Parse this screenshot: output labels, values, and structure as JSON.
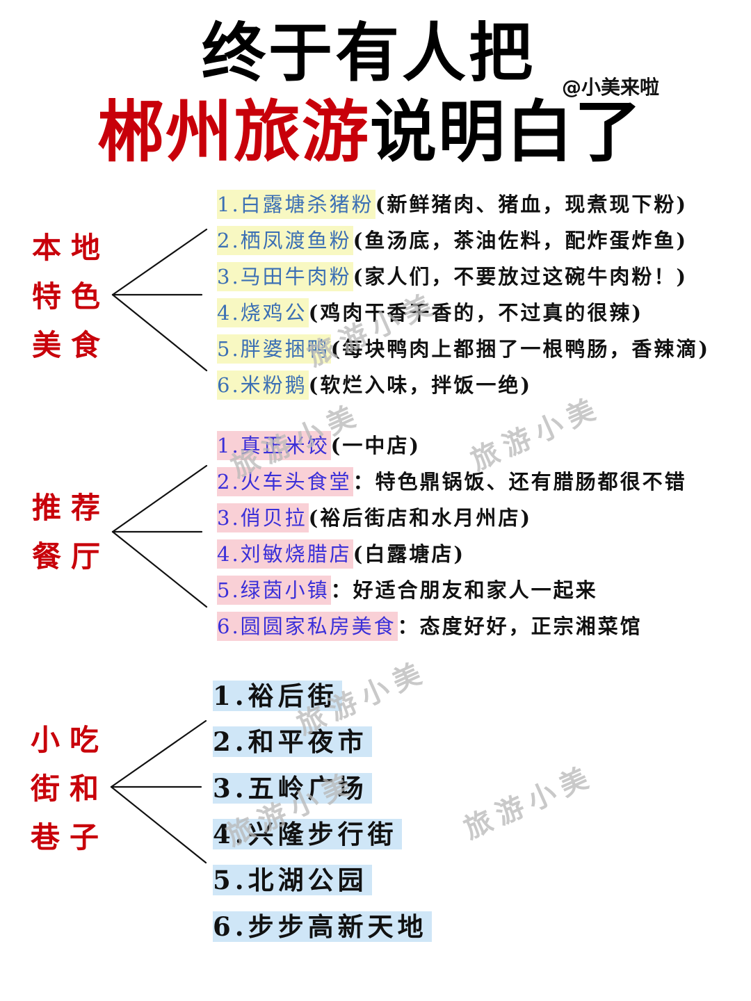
{
  "header": {
    "title_line1": "终于有人把",
    "handle": "@小美来啦",
    "title_line2_highlight": "郴州旅游",
    "title_line2_rest": "说明白了",
    "accent_color": "#c8000a"
  },
  "sections": [
    {
      "category": [
        "本地",
        "特色",
        "美食"
      ],
      "highlight_color": "#f8f8c2",
      "name_color": "#3b6fb4",
      "items": [
        {
          "name": "1.白露塘杀猪粉",
          "desc": "(新鲜猪肉、猪血，现煮现下粉)"
        },
        {
          "name": "2.栖凤渡鱼粉",
          "desc": "(鱼汤底，茶油佐料，配炸蛋炸鱼)"
        },
        {
          "name": "3.马田牛肉粉",
          "desc": "(家人们，不要放过这碗牛肉粉！)"
        },
        {
          "name": "4.烧鸡公",
          "desc": "(鸡肉干香干香的，不过真的很辣)"
        },
        {
          "name": "5.胖婆捆鸭",
          "desc": "(每块鸭肉上都捆了一根鸭肠，香辣滴)"
        },
        {
          "name": "6.米粉鹅",
          "desc": "(软烂入味，拌饭一绝)"
        }
      ]
    },
    {
      "category": [
        "推荐",
        "餐厅"
      ],
      "highlight_color": "#f9d0d6",
      "name_color": "#3a2fd8",
      "items": [
        {
          "name": "1.真正米饺",
          "desc": "(一中店)"
        },
        {
          "name": "2.火车头食堂",
          "desc": "：特色鼎锅饭、还有腊肠都很不错"
        },
        {
          "name": "3.俏贝拉",
          "desc": "(裕后街店和水月州店)"
        },
        {
          "name": "4.刘敏烧腊店",
          "desc": "(白露塘店)"
        },
        {
          "name": "5.绿茵小镇",
          "desc": "：好适合朋友和家人一起来"
        },
        {
          "name": "6.圆圆家私房美食",
          "desc": "：态度好好，正宗湘菜馆"
        }
      ]
    },
    {
      "category": [
        "小吃",
        "街和",
        "巷子"
      ],
      "highlight_color": "#cfe6f7",
      "name_color": "#111111",
      "items": [
        {
          "name": "1.裕后街"
        },
        {
          "name": "2.和平夜市"
        },
        {
          "name": "3.五岭广场"
        },
        {
          "name": "4.兴隆步行街"
        },
        {
          "name": "5.北湖公园"
        },
        {
          "name": "6.步步高新天地"
        }
      ]
    }
  ],
  "watermark": "旅游小美"
}
